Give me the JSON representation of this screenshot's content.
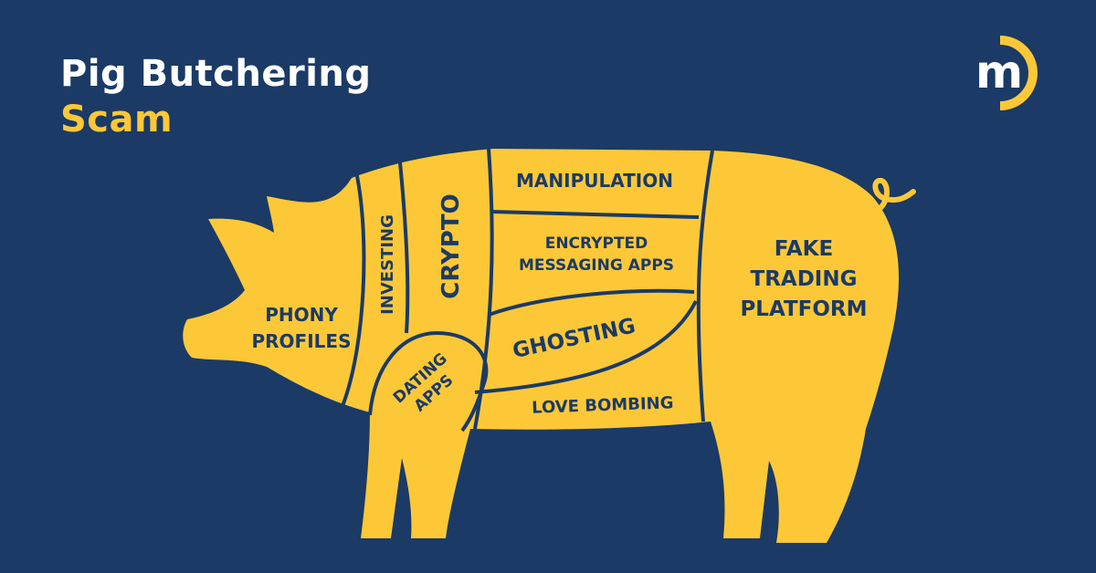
{
  "header": {
    "title_line1": "Pig Butchering",
    "title_line2": "Scam"
  },
  "logo": {
    "letter": "m"
  },
  "colors": {
    "background": "#1b3a66",
    "accent": "#fdc837",
    "text": "#ffffff"
  },
  "diagram": {
    "sections": [
      {
        "id": "phony-profiles",
        "lines": [
          "PHONY",
          "PROFILES"
        ]
      },
      {
        "id": "investing",
        "lines": [
          "INVESTING"
        ]
      },
      {
        "id": "crypto",
        "lines": [
          "CRYPTO"
        ]
      },
      {
        "id": "dating-apps",
        "lines": [
          "DATING",
          "APPS"
        ]
      },
      {
        "id": "manipulation",
        "lines": [
          "MANIPULATION"
        ]
      },
      {
        "id": "encrypted-messaging-apps",
        "lines": [
          "ENCRYPTED",
          "MESSAGING APPS"
        ]
      },
      {
        "id": "ghosting",
        "lines": [
          "GHOSTING"
        ]
      },
      {
        "id": "love-bombing",
        "lines": [
          "LOVE BOMBING"
        ]
      },
      {
        "id": "fake-trading-platform",
        "lines": [
          "FAKE",
          "TRADING",
          "PLATFORM"
        ]
      }
    ]
  }
}
